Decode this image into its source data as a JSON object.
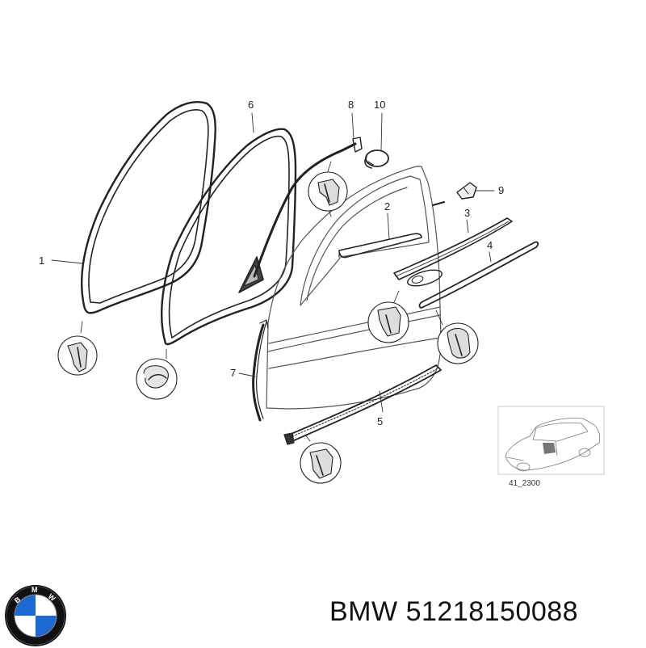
{
  "diagram": {
    "callouts": [
      "1",
      "2",
      "3",
      "4",
      "5",
      "6",
      "7",
      "8",
      "9",
      "10"
    ],
    "inset_caption": "41_2300"
  },
  "footer": {
    "brand": "BMW",
    "part_number": "51218150088"
  },
  "logo": {
    "letters": [
      "B",
      "M",
      "W"
    ],
    "colors": {
      "blue": "#1c69d4",
      "white": "#ffffff",
      "ring": "#111111"
    }
  }
}
